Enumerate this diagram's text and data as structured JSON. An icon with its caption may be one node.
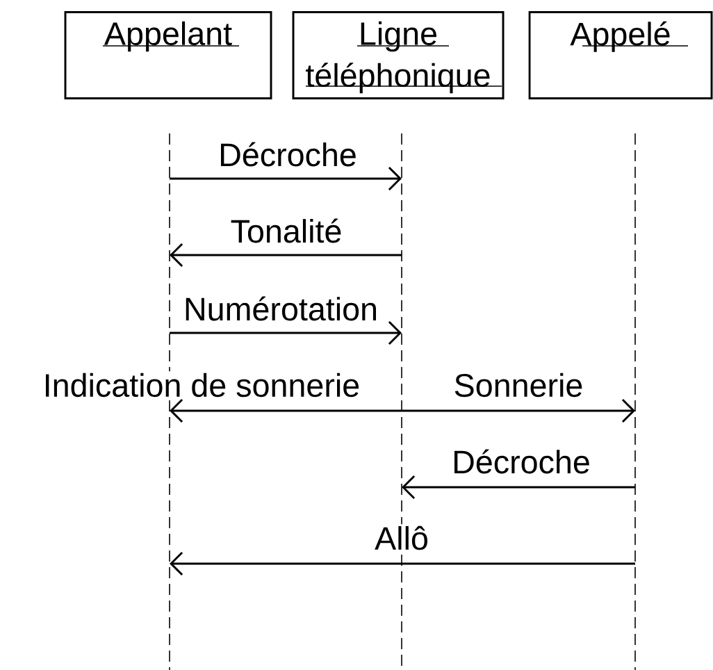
{
  "diagram": {
    "nodes": [
      {
        "text": [
          "Appelant"
        ]
      },
      {
        "text": [
          "Ligne téléphonique"
        ]
      },
      {
        "text": [
          "Appelé"
        ]
      }
    ],
    "edges": [
      {
        "from": 0,
        "to": 1,
        "arrow": "to",
        "label": "Décroche"
      },
      {
        "from": 1,
        "to": 0,
        "arrow": "to",
        "label": "Tonalité"
      },
      {
        "from": 0,
        "to": 1,
        "arrow": "to",
        "label": "Numérotation"
      },
      {
        "from": 1,
        "to": 0,
        "arrow": "to",
        "label": "Indication de sonnerie"
      },
      {
        "from": 1,
        "to": 2,
        "arrow": "to",
        "label": "Sonnerie"
      },
      {
        "from": 2,
        "to": 1,
        "arrow": "to",
        "label": "Décroche"
      },
      {
        "from": 2,
        "to": 0,
        "arrow": "to",
        "label": "Allô"
      }
    ]
  }
}
